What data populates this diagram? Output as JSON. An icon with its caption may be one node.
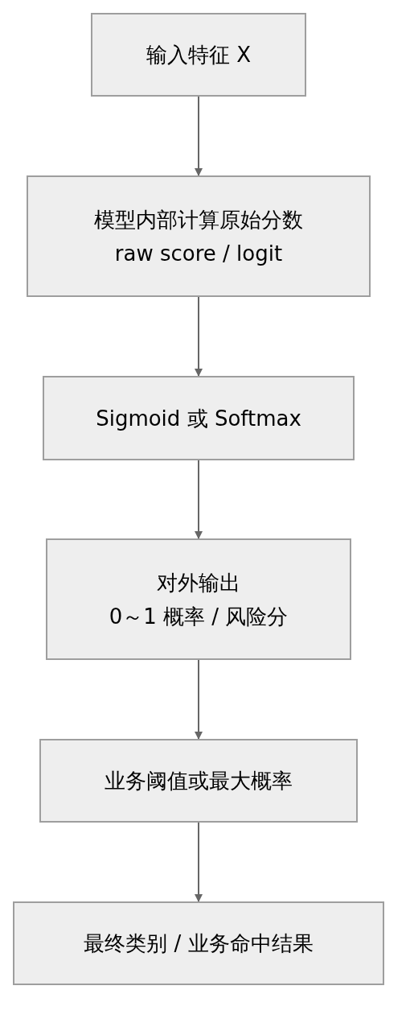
{
  "diagram": {
    "nodes": [
      {
        "text": [
          "输入特征 X"
        ]
      },
      {
        "text": [
          "模型内部计算原始分数",
          "raw score / logit"
        ]
      },
      {
        "text": [
          "Sigmoid 或 Softmax"
        ]
      },
      {
        "text": [
          "对外输出",
          "0～1 概率 / 风险分"
        ]
      },
      {
        "text": [
          "业务阈值或最大概率"
        ]
      },
      {
        "text": [
          "最终类别 / 业务命中结果"
        ]
      }
    ],
    "edges": [
      {
        "from": 0,
        "to": 1,
        "arrow": "to"
      },
      {
        "from": 1,
        "to": 2,
        "arrow": "to"
      },
      {
        "from": 2,
        "to": 3,
        "arrow": "to"
      },
      {
        "from": 3,
        "to": 4,
        "arrow": "to"
      },
      {
        "from": 4,
        "to": 5,
        "arrow": "to"
      }
    ]
  }
}
